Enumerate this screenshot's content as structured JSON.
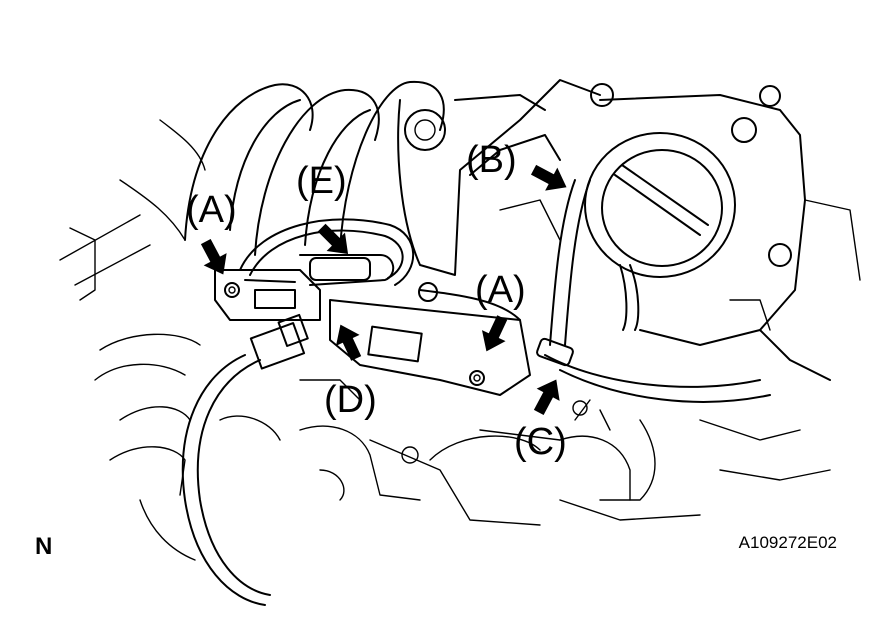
{
  "labels": {
    "A_left": "(A)",
    "A_right": "(A)",
    "B": "(B)",
    "C": "(C)",
    "D": "(D)",
    "E": "(E)"
  },
  "north_marker": "N",
  "figure_id": "A109272E02"
}
